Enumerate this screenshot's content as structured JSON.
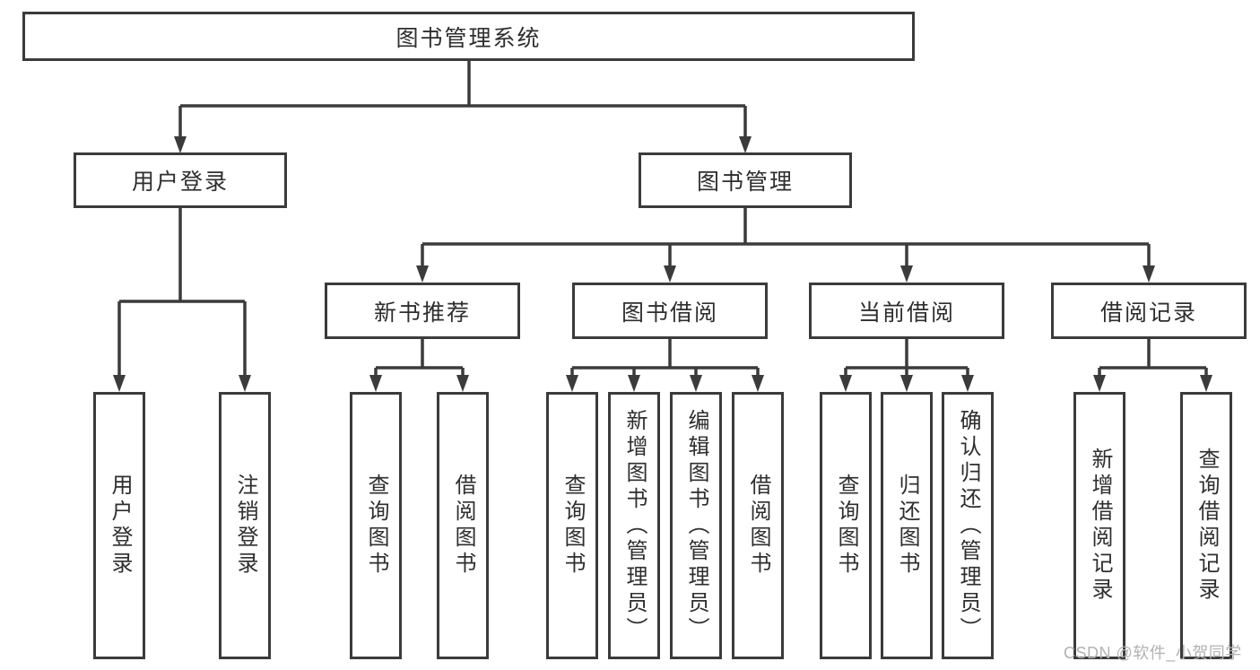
{
  "diagram": {
    "type": "hierarchy-tree",
    "root": {
      "label": "图书管理系统",
      "children": [
        {
          "label": "用户登录",
          "children": [
            {
              "label": "用户登录"
            },
            {
              "label": "注销登录"
            }
          ]
        },
        {
          "label": "图书管理",
          "children": [
            {
              "label": "新书推荐",
              "children": [
                {
                  "label": "查询图书"
                },
                {
                  "label": "借阅图书"
                }
              ]
            },
            {
              "label": "图书借阅",
              "children": [
                {
                  "label": "查询图书"
                },
                {
                  "label": "新增图书（管理员）"
                },
                {
                  "label": "编辑图书（管理员）"
                },
                {
                  "label": "借阅图书"
                }
              ]
            },
            {
              "label": "当前借阅",
              "children": [
                {
                  "label": "查询图书"
                },
                {
                  "label": "归还图书"
                },
                {
                  "label": "确认归还（管理员）"
                }
              ]
            },
            {
              "label": "借阅记录",
              "children": [
                {
                  "label": "新增借阅记录"
                },
                {
                  "label": "查询借阅记录"
                }
              ]
            }
          ]
        }
      ]
    }
  },
  "watermark": {
    "text": "CSDN @软件_小贺同学"
  },
  "colors": {
    "line": "#3b3b3b",
    "box_border": "#3b3b3b",
    "text": "#2e2e2e",
    "background": "#ffffff",
    "watermark": "#b2b2b2"
  }
}
